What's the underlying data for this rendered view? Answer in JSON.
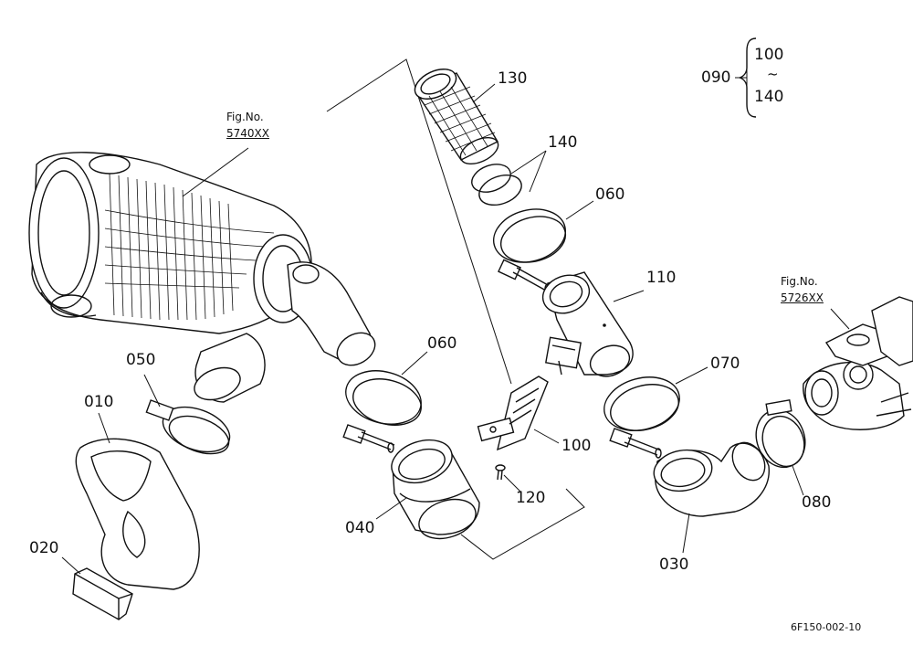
{
  "labels": {
    "p010": "010",
    "p020": "020",
    "p030": "030",
    "p040": "040",
    "p050": "050",
    "p060a": "060",
    "p060b": "060",
    "p070": "070",
    "p080": "080",
    "p090": "090",
    "p100": "100",
    "p110": "110",
    "p120": "120",
    "p130": "130",
    "p140": "140"
  },
  "kit_bracket": {
    "from": "100",
    "tilde": "~",
    "to": "140"
  },
  "references": {
    "fig_a_title": "Fig.No.",
    "fig_a_number": "5740XX",
    "fig_b_title": "Fig.No.",
    "fig_b_number": "5726XX"
  },
  "diagram_code": "6F150-002-10"
}
